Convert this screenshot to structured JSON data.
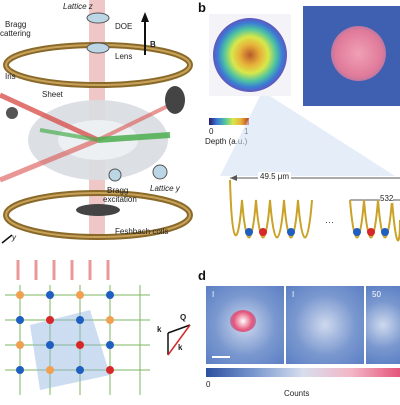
{
  "panel_a": {
    "labels": {
      "lattice_z": "Lattice z",
      "doe": "DOE",
      "b_field": "B",
      "bragg": "Bragg",
      "scattering": "cattering",
      "lens": "Lens",
      "iris": "Iris",
      "sheet": "Sheet",
      "bragg_excitation_1": "Bragg",
      "bragg_excitation_2": "excitation",
      "lattice_y": "Lattice y",
      "feshbach": "Feshbach coils",
      "y_axis": "y"
    }
  },
  "panel_b": {
    "letter": "b",
    "colorbar_min": "0",
    "colorbar_max": "1",
    "colorbar_label": "Depth (a.u.)",
    "distance_1": "49.5 μm",
    "distance_2": "532"
  },
  "panel_c": {
    "vector_labels": [
      "k",
      "Q",
      "k"
    ]
  },
  "panel_d": {
    "letter": "d",
    "tiles": [
      "I",
      "I",
      "50"
    ],
    "colorbar_min": "0",
    "colorbar_label": "Counts"
  },
  "colors": {
    "coil": "#8a6a2a",
    "beam_red": "#d9534f",
    "beam_green": "#4caf50",
    "lattice_green": "#7bb661",
    "atom_blue": "#1f5fbf",
    "atom_red": "#d62828"
  }
}
